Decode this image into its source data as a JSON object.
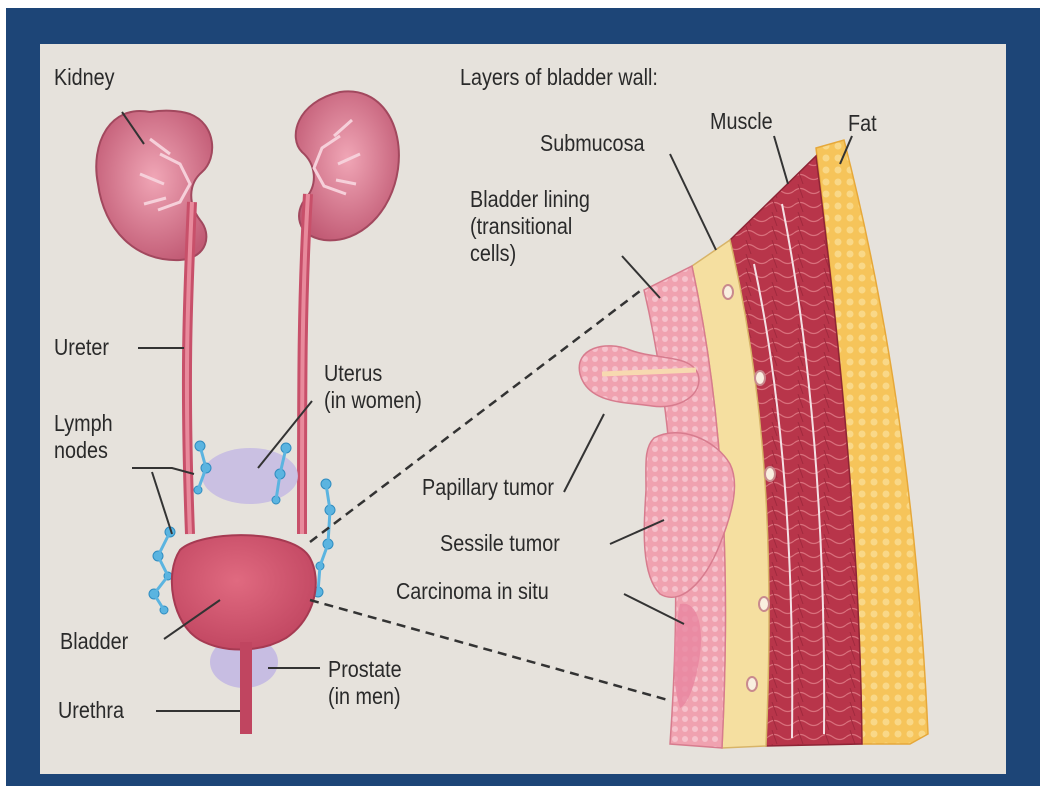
{
  "diagram": {
    "labels": {
      "kidney": "Kidney",
      "ureter": "Ureter",
      "lymph_nodes": "Lymph\nnodes",
      "bladder": "Bladder",
      "urethra": "Urethra",
      "uterus": "Uterus\n(in women)",
      "prostate": "Prostate\n(in men)",
      "layers_title": "Layers of bladder wall:",
      "submucosa": "Submucosa",
      "muscle": "Muscle",
      "fat": "Fat",
      "bladder_lining": "Bladder lining\n(transitional\ncells)",
      "papillary_tumor": "Papillary tumor",
      "sessile_tumor": "Sessile tumor",
      "carcinoma_in_situ": "Carcinoma in situ"
    },
    "colors": {
      "frame": "#1d4577",
      "background": "#e6e2dc",
      "organ": "#c85a72",
      "organ_light": "#e8909c",
      "lymph": "#5bb4e0",
      "uterus": "#c5bbe0",
      "submucosa": "#f5dfa0",
      "muscle": "#b8354a",
      "fat": "#f6c45a",
      "lining": "#f2a0ac"
    }
  }
}
